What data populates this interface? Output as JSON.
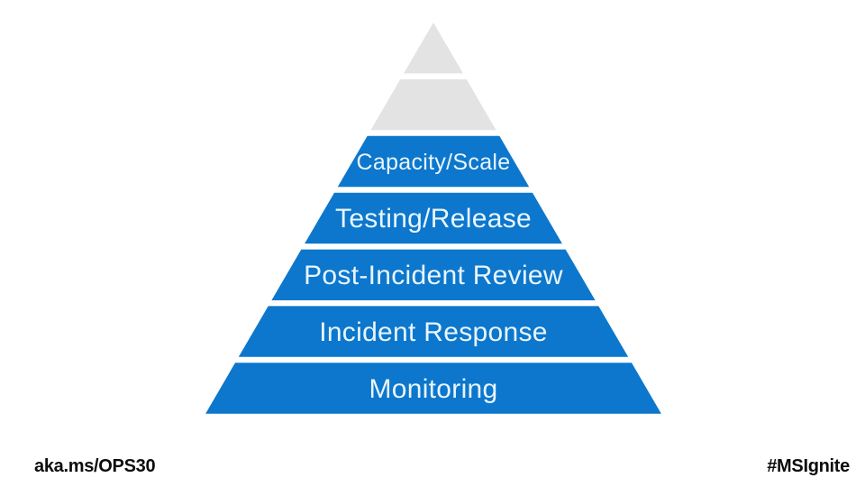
{
  "slide": {
    "background": "#ffffff",
    "footer": {
      "left": "aka.ms/OPS30",
      "right": "#MSIgnite"
    }
  },
  "pyramid": {
    "type": "pyramid-diagram",
    "level_count": 7,
    "label_color": "#e9f5fd",
    "blue": "#0c77cc",
    "gray": "#e3e3e4",
    "levels": [
      {
        "id": "tier-7-top",
        "label": "",
        "color": "#e3e3e4"
      },
      {
        "id": "tier-6",
        "label": "",
        "color": "#e3e3e4"
      },
      {
        "id": "capacity-scale",
        "label": "Capacity/Scale",
        "color": "#0c77cc"
      },
      {
        "id": "testing-release",
        "label": "Testing/Release",
        "color": "#0c77cc"
      },
      {
        "id": "post-incident-review",
        "label": "Post-Incident Review",
        "color": "#0c77cc"
      },
      {
        "id": "incident-response",
        "label": "Incident Response",
        "color": "#0c77cc"
      },
      {
        "id": "monitoring",
        "label": "Monitoring",
        "color": "#0c77cc"
      }
    ]
  }
}
